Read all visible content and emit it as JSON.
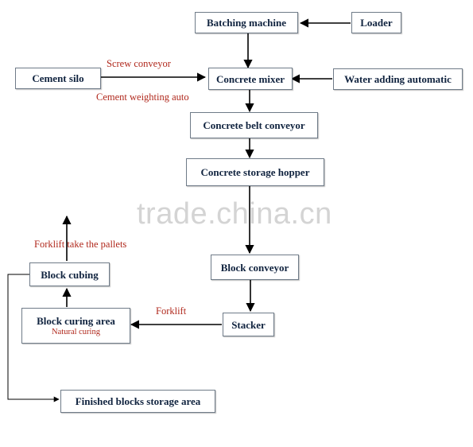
{
  "nodes": {
    "batching_machine": "Batching machine",
    "loader": "Loader",
    "cement_silo": "Cement silo",
    "concrete_mixer": "Concrete mixer",
    "water_adding": "Water adding automatic",
    "belt_conveyor": "Concrete belt conveyor",
    "storage_hopper": "Concrete storage hopper",
    "block_conveyor": "Block conveyor",
    "stacker": "Stacker",
    "block_curing_area": "Block curing area",
    "natural_curing": "Natural curing",
    "block_cubing": "Block cubing",
    "finished_storage": "Finished blocks storage area"
  },
  "labels": {
    "screw_conveyor": "Screw conveyor",
    "cement_weighting": "Cement weighting auto",
    "forklift_pallets": "Forklift take the pallets",
    "forklift": "Forklift"
  },
  "watermark": "trade.china.cn",
  "colors": {
    "node_text": "#10233f",
    "label_text": "#b0281c",
    "border": "#6f7b88",
    "arrow": "#000000",
    "watermark": "#d4d4d4"
  }
}
